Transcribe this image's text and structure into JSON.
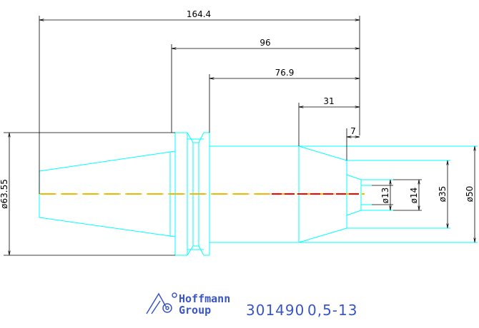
{
  "dimensions": {
    "overall_length": "164.4",
    "length_96": "96",
    "length_76_9": "76.9",
    "length_31": "31",
    "length_7": "7",
    "dia_63_55": "ø63.55",
    "dia_13": "ø13",
    "dia_14": "ø14",
    "dia_35": "ø35",
    "dia_50": "ø50"
  },
  "footer": {
    "logo_line1": "Hoffmann",
    "logo_line2": "Group",
    "part_number": "301490",
    "spec": "0,5-13"
  },
  "colors": {
    "outline": "#00ffff",
    "dimension": "#000000",
    "centerline_orange": "#ff8c00",
    "centerline_red": "#ff0000",
    "centerline_yellow": "#e0e000",
    "brand": "#3a55c8"
  }
}
